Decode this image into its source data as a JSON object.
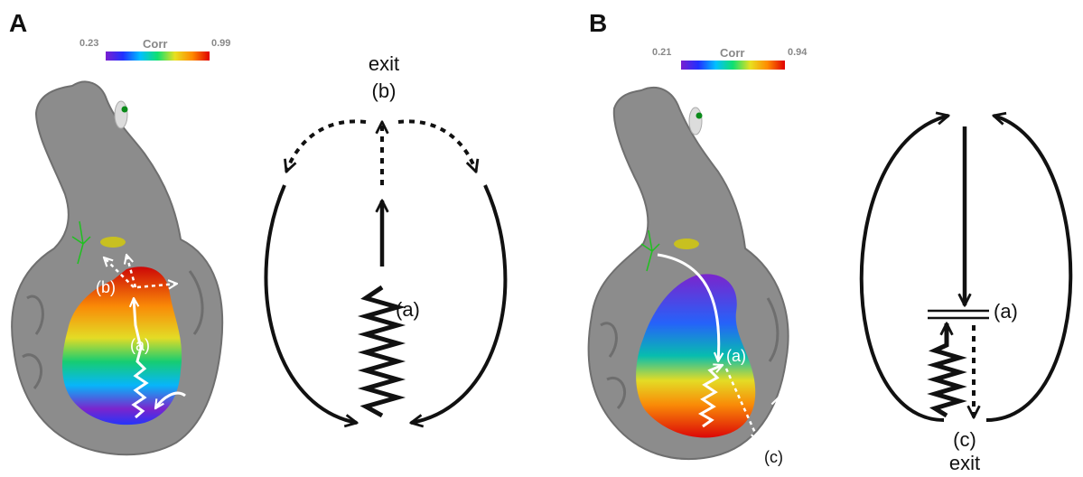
{
  "panel_a": {
    "letter": "A",
    "colorbar": {
      "min": "0.23",
      "title": "Corr",
      "max": "0.99"
    },
    "map_labels": {
      "b": "(b)",
      "a": "(a)"
    },
    "diagram": {
      "exit_word": "exit",
      "exit_label": "(b)",
      "a_label": "(a)"
    }
  },
  "panel_b": {
    "letter": "B",
    "colorbar": {
      "min": "0.21",
      "title": "Corr",
      "max": "0.94"
    },
    "map_labels": {
      "a": "(a)",
      "c": "(c)"
    },
    "diagram": {
      "a_label": "(a)",
      "exit_label": "(c)",
      "exit_word": "exit"
    }
  },
  "colors": {
    "surface": "#8a8a8a",
    "arrow": "#111111",
    "overlay": "#ffffff"
  }
}
